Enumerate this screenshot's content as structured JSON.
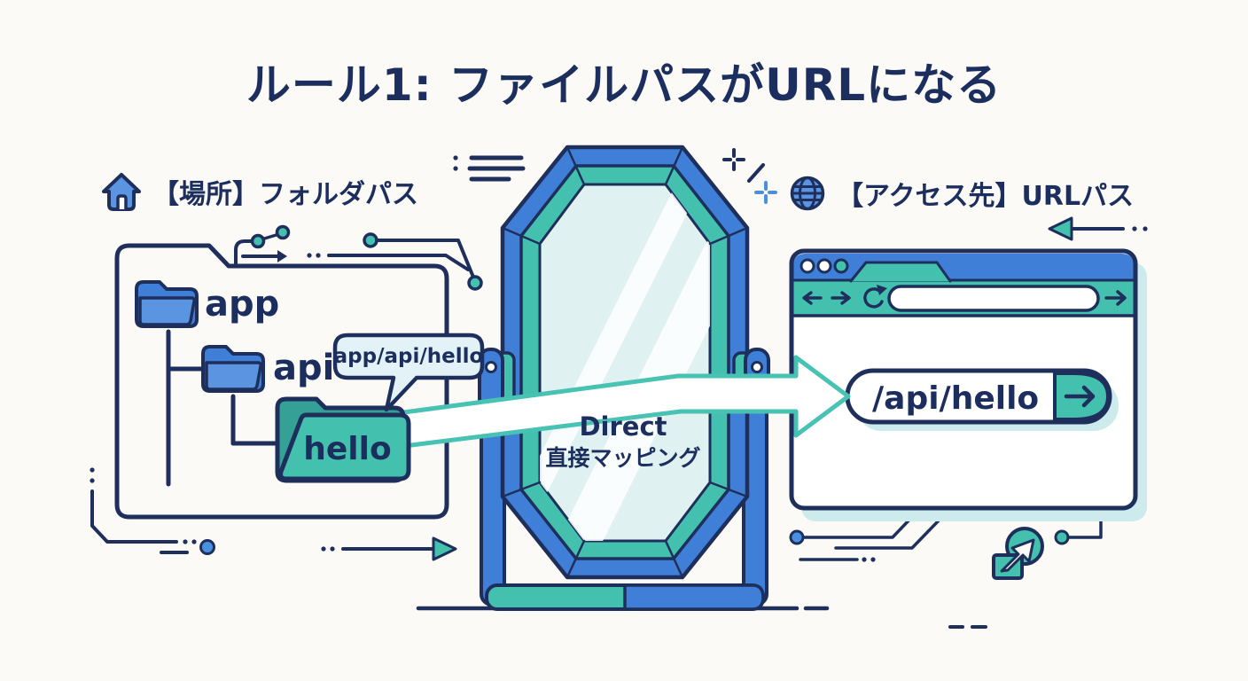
{
  "title": "ルール1: ファイルパスがURLになる",
  "left_section": {
    "label": "【場所】フォルダパス",
    "folders": [
      {
        "name": "app"
      },
      {
        "name": "api"
      },
      {
        "name": "hello"
      }
    ],
    "bubble_label": "app/api/hello"
  },
  "mirror": {
    "caption_primary": "Direct",
    "caption_secondary": "直接マッピング"
  },
  "right_section": {
    "label": "【アクセス先】URLパス",
    "browser": {
      "url_value": "/api/hello"
    }
  },
  "colors": {
    "navy": "#1e2f5c",
    "text_navy": "#1c2e5e",
    "blue": "#3f7fd8",
    "blue_light": "#5b95e2",
    "teal": "#43c1ae",
    "teal_dark": "#35a096",
    "glass": "#dff1f0",
    "bubble": "#e3f2f7",
    "shadow": "#cdeaec",
    "bg": "#fbfaf7",
    "arrow_edge": "#47c2b3"
  }
}
